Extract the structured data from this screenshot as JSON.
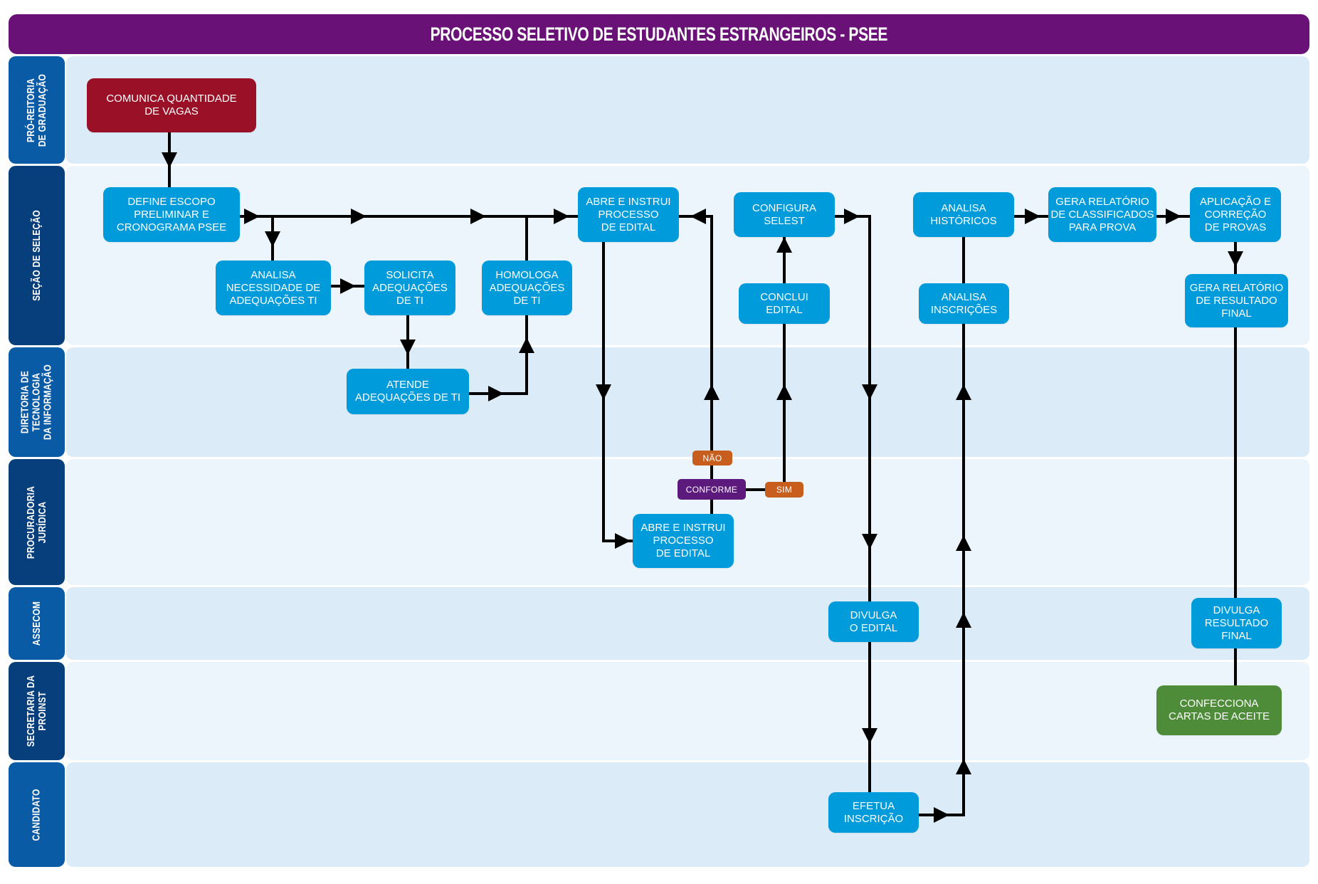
{
  "title": "PROCESSO SELETIVO DE ESTUDANTES ESTRANGEIROS - PSEE",
  "colors": {
    "title_bar": "#6a1178",
    "lane_header_light": "#0a5ba6",
    "lane_header_dark": "#063f7c",
    "task": "#009bdb",
    "start": "#9a1026",
    "end": "#4e8c3a",
    "decision": "#5c1a7d",
    "branch_label": "#c85e1e"
  },
  "lanes": [
    {
      "id": "proreitoria",
      "label": "PRÓ-REITORIA\nDE GRADUAÇÃO"
    },
    {
      "id": "secao-selecao",
      "label": "SEÇÃO DE SELEÇÃO"
    },
    {
      "id": "dti",
      "label": "DIRETORIA DE\nTECNOLOGIA\nDA INFORMAÇÃO"
    },
    {
      "id": "procuradoria",
      "label": "PROCURADORIA\nJURÍDICA"
    },
    {
      "id": "assecom",
      "label": "ASSECOM"
    },
    {
      "id": "secretaria",
      "label": "SECRETARIA DA\nPROINST"
    },
    {
      "id": "candidato",
      "label": "CANDIDATO"
    }
  ],
  "nodes": {
    "comunica": {
      "lane": "proreitoria",
      "type": "start",
      "label": "COMUNICA QUANTIDADE\nDE VAGAS"
    },
    "define": {
      "lane": "secao-selecao",
      "type": "task",
      "label": "DEFINE ESCOPO\nPRELIMINAR E\nCRONOGRAMA PSEE"
    },
    "analisa_necessidade": {
      "lane": "secao-selecao",
      "type": "task",
      "label": "ANALISA\nNECESSIDADE DE\nADEQUAÇÕES TI"
    },
    "solicita": {
      "lane": "secao-selecao",
      "type": "task",
      "label": "SOLICITA\nADEQUAÇÕES\nDE TI"
    },
    "homologa": {
      "lane": "secao-selecao",
      "type": "task",
      "label": "HOMOLOGA\nADEQUAÇÕES\nDE TI"
    },
    "abre_secao": {
      "lane": "secao-selecao",
      "type": "task",
      "label": "ABRE E INSTRUI\nPROCESSO\nDE EDITAL"
    },
    "configura": {
      "lane": "secao-selecao",
      "type": "task",
      "label": "CONFIGURA\nSELEST"
    },
    "conclui": {
      "lane": "secao-selecao",
      "type": "task",
      "label": "CONCLUI\nEDITAL"
    },
    "analisa_historicos": {
      "lane": "secao-selecao",
      "type": "task",
      "label": "ANALISA\nHISTÓRICOS"
    },
    "analisa_inscricoes": {
      "lane": "secao-selecao",
      "type": "task",
      "label": "ANALISA\nINSCRIÇÕES"
    },
    "gera_classificados": {
      "lane": "secao-selecao",
      "type": "task",
      "label": "GERA RELATÓRIO\nDE CLASSIFICADOS\nPARA PROVA"
    },
    "aplicacao": {
      "lane": "secao-selecao",
      "type": "task",
      "label": "APLICAÇÃO E\nCORREÇÃO\nDE PROVAS"
    },
    "gera_resultado": {
      "lane": "secao-selecao",
      "type": "task",
      "label": "GERA RELATÓRIO\nDE RESULTADO\nFINAL"
    },
    "atende": {
      "lane": "dti",
      "type": "task",
      "label": "ATENDE\nADEQUAÇÕES DE TI"
    },
    "abre_procuradoria": {
      "lane": "procuradoria",
      "type": "task",
      "label": "ABRE E INSTRUI\nPROCESSO\nDE EDITAL"
    },
    "divulga_edital": {
      "lane": "assecom",
      "type": "task",
      "label": "DIVULGA\nO EDITAL"
    },
    "divulga_resultado": {
      "lane": "assecom",
      "type": "task",
      "label": "DIVULGA\nRESULTADO\nFINAL"
    },
    "confecciona": {
      "lane": "secretaria",
      "type": "end",
      "label": "CONFECCIONA\nCARTAS DE ACEITE"
    },
    "efetua": {
      "lane": "candidato",
      "type": "task",
      "label": "EFETUA\nINSCRIÇÃO"
    }
  },
  "decision": {
    "label": "CONFORME",
    "no_label": "NÃO",
    "yes_label": "SIM"
  },
  "edges": [
    {
      "from": "comunica",
      "to": "define"
    },
    {
      "from": "define",
      "to": "analisa_necessidade"
    },
    {
      "from": "define",
      "to": "abre_secao"
    },
    {
      "from": "analisa_necessidade",
      "to": "solicita"
    },
    {
      "from": "solicita",
      "to": "atende"
    },
    {
      "from": "atende",
      "to": "homologa"
    },
    {
      "from": "homologa",
      "to": "abre_secao"
    },
    {
      "from": "abre_secao",
      "to": "abre_procuradoria"
    },
    {
      "from": "abre_procuradoria",
      "to": "conforme"
    },
    {
      "from": "conforme",
      "to": "abre_secao",
      "label": "NÃO"
    },
    {
      "from": "conforme",
      "to": "conclui",
      "label": "SIM"
    },
    {
      "from": "conclui",
      "to": "configura"
    },
    {
      "from": "configura",
      "to": "divulga_edital"
    },
    {
      "from": "divulga_edital",
      "to": "efetua"
    },
    {
      "from": "efetua",
      "to": "analisa_inscricoes"
    },
    {
      "from": "analisa_inscricoes",
      "to": "analisa_historicos"
    },
    {
      "from": "analisa_historicos",
      "to": "gera_classificados"
    },
    {
      "from": "gera_classificados",
      "to": "aplicacao"
    },
    {
      "from": "aplicacao",
      "to": "gera_resultado"
    },
    {
      "from": "gera_resultado",
      "to": "divulga_resultado"
    },
    {
      "from": "divulga_resultado",
      "to": "confecciona"
    }
  ]
}
